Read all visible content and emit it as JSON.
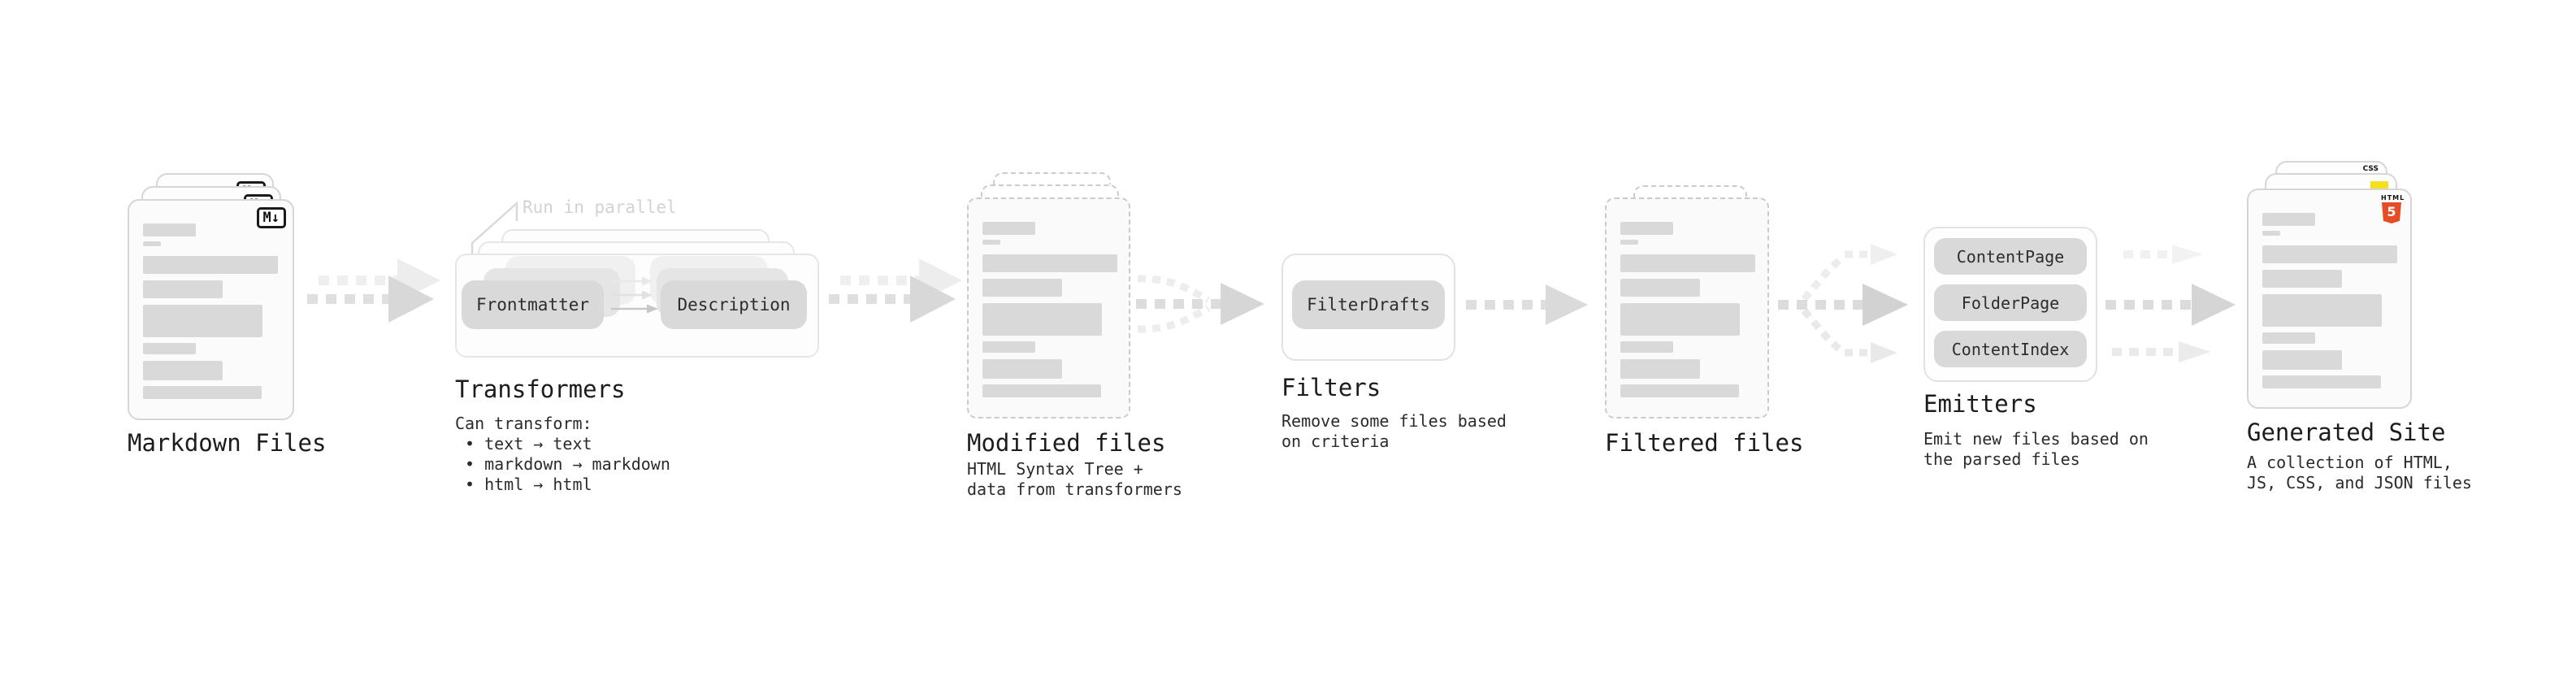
{
  "markdown": {
    "label": "Markdown Files",
    "badge": "M↓"
  },
  "transformers": {
    "annotation": "Run in parallel",
    "pill_left": "Frontmatter",
    "pill_right": "Description",
    "title": "Transformers",
    "desc": "Can transform:",
    "bullets": [
      "• text → text",
      "• markdown → markdown",
      "• html → html"
    ]
  },
  "modified": {
    "label": "Modified files",
    "desc_line1": "HTML Syntax Tree +",
    "desc_line2": "data from transformers"
  },
  "filters": {
    "title": "Filters",
    "pill": "FilterDrafts",
    "desc_line1": "Remove some files based",
    "desc_line2": "on criteria"
  },
  "filtered": {
    "label": "Filtered files"
  },
  "emitters": {
    "title": "Emitters",
    "pills": [
      "ContentPage",
      "FolderPage",
      "ContentIndex"
    ],
    "desc_line1": "Emit new files based on",
    "desc_line2": "the parsed files"
  },
  "generated": {
    "label": "Generated Site",
    "desc_line1": "A collection of HTML,",
    "desc_line2": "JS, CSS, and JSON files",
    "badge_css": "CSS",
    "badge_html_text": "HTML",
    "badge_html_number": "5"
  },
  "colors": {
    "html5_orange": "#e44d26",
    "js_yellow": "#f7df1e",
    "css_blue": "#2d53e5",
    "bar_gray": "#d9d9d9",
    "arrow_gray": "#dcdcdc",
    "text_dark": "#1c1c1c"
  }
}
